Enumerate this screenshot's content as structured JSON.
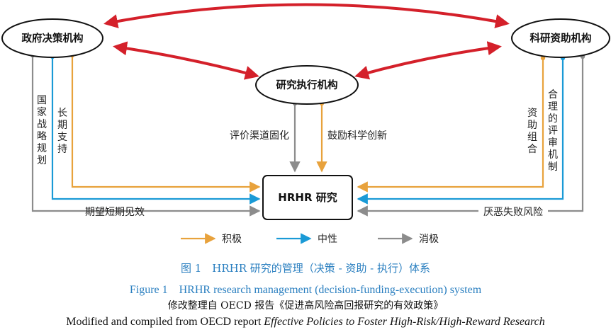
{
  "nodes": {
    "gov": "政府决策机构",
    "fund": "科研资助机构",
    "exec": "研究执行机构",
    "hrhr": "HRHR 研究"
  },
  "labels": {
    "national_strategy": "国家战略规划",
    "long_term_support": "长期支持",
    "short_term": "期望短期见效",
    "eval_fixed": "评价渠道固化",
    "encourage": "鼓励科学创新",
    "funding_mix": "资助组合",
    "reasonable_review": "合理的评审机制",
    "risk_averse": "厌恶失败风险"
  },
  "legend": {
    "positive": "积极",
    "neutral": "中性",
    "negative": "消极"
  },
  "colors": {
    "positive": "#e8a23c",
    "neutral": "#1a9ad6",
    "negative": "#8c8c8c",
    "interaction": "#d4202a"
  },
  "caption": {
    "zh": "图 1　HRHR 研究的管理（决策 - 资助 - 执行）体系",
    "en": "Figure 1　HRHR research management (decision-funding-execution) system",
    "source_zh": "修改整理自 OECD 报告《促进高风险高回报研究的有效政策》",
    "source_en_prefix": "Modified and compiled from OECD report ",
    "source_en_title": "Effective Policies to Foster High-Risk/High-Reward Research"
  }
}
